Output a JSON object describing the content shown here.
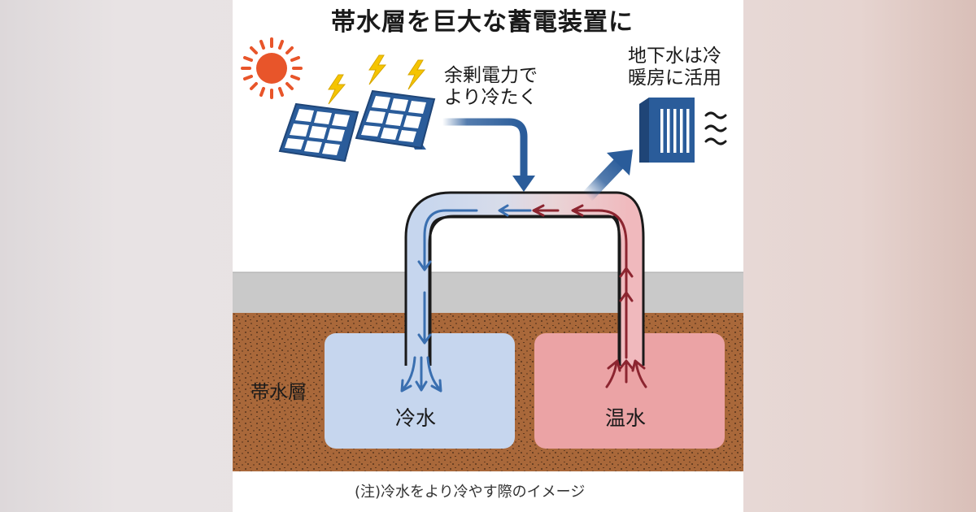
{
  "title": "帯水層を巨大な蓄電装置に",
  "labels": {
    "surplus_line1": "余剰電力で",
    "surplus_line2": "より冷たく",
    "groundwater_line1": "地下水は冷",
    "groundwater_line2": "暖房に活用",
    "aquifer": "帯水層",
    "cold_water": "冷水",
    "warm_water": "温水"
  },
  "caption": "(注)冷水をより冷やす際のイメージ",
  "colors": {
    "sun": "#e8552a",
    "bolt": "#f5c400",
    "panel_blue": "#2a5c9a",
    "cold_arrow": "#3a6fb0",
    "warm_arrow": "#8c2530",
    "cold_pool": "#c6d6ee",
    "warm_pool": "#eba3a5",
    "soil": "#a9683a",
    "ground_gray": "#c9c9c9"
  },
  "icons": [
    "sun-icon",
    "lightning-bolt-icon",
    "solar-panel-icon",
    "air-conditioner-icon",
    "heat-wave-icon"
  ]
}
